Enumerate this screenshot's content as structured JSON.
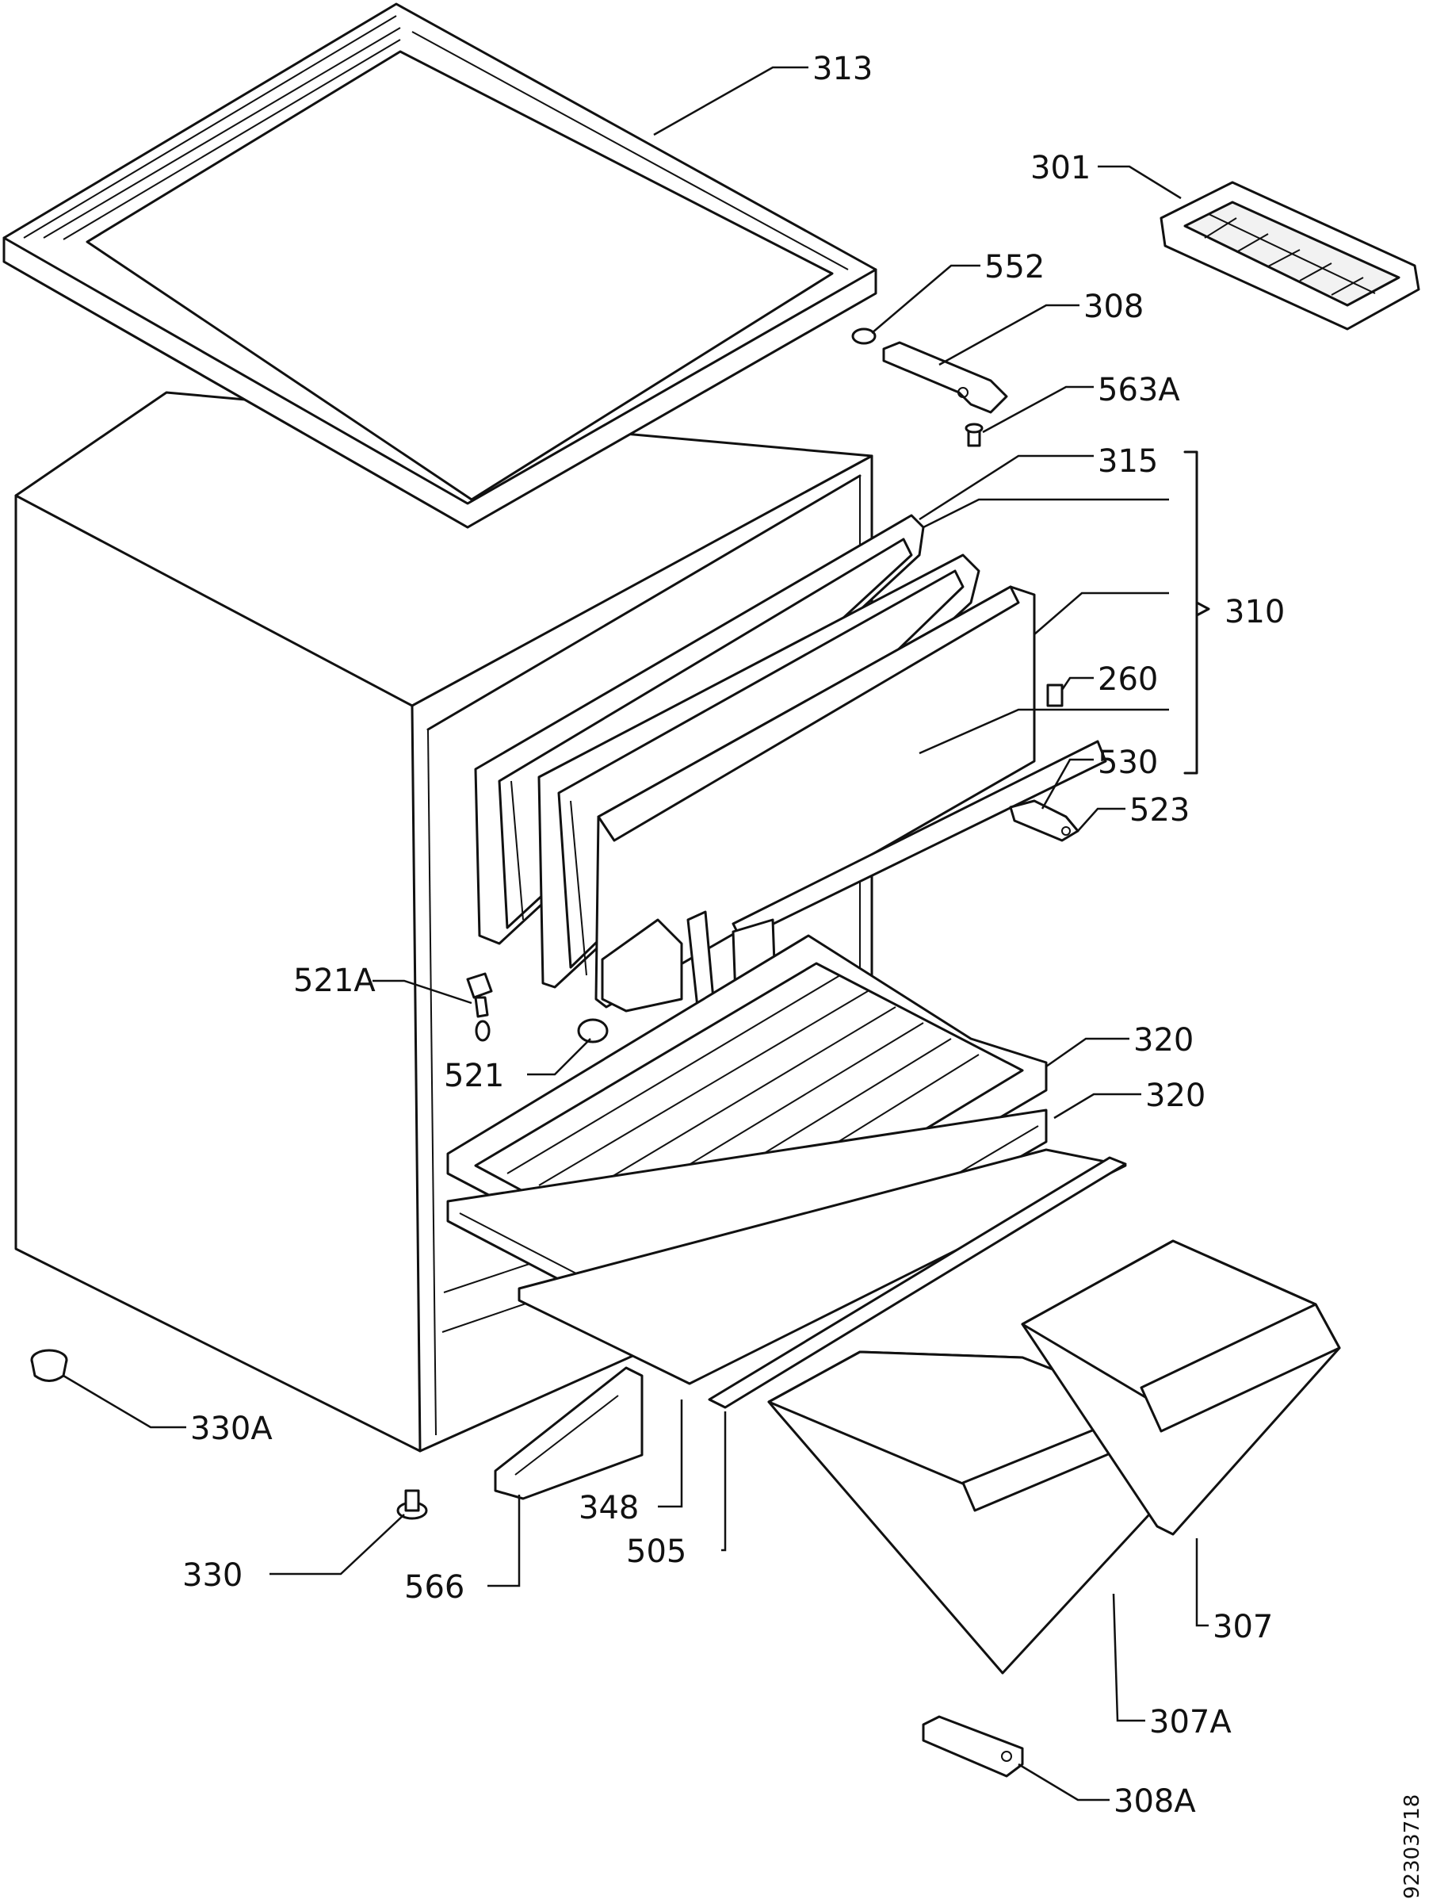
{
  "diagram": {
    "document_number": "92303718",
    "part_labels": [
      {
        "id": "p313",
        "text": "313"
      },
      {
        "id": "p301",
        "text": "301"
      },
      {
        "id": "p552",
        "text": "552"
      },
      {
        "id": "p308",
        "text": "308"
      },
      {
        "id": "p563A",
        "text": "563A"
      },
      {
        "id": "p315",
        "text": "315"
      },
      {
        "id": "p310",
        "text": "310"
      },
      {
        "id": "p260",
        "text": "260"
      },
      {
        "id": "p530",
        "text": "530"
      },
      {
        "id": "p523",
        "text": "523"
      },
      {
        "id": "p521A",
        "text": "521A"
      },
      {
        "id": "p521",
        "text": "521"
      },
      {
        "id": "p320a",
        "text": "320"
      },
      {
        "id": "p320b",
        "text": "320"
      },
      {
        "id": "p330A",
        "text": "330A"
      },
      {
        "id": "p348",
        "text": "348"
      },
      {
        "id": "p505",
        "text": "505"
      },
      {
        "id": "p330",
        "text": "330"
      },
      {
        "id": "p566",
        "text": "566"
      },
      {
        "id": "p307",
        "text": "307"
      },
      {
        "id": "p307A",
        "text": "307A"
      },
      {
        "id": "p308A",
        "text": "308A"
      }
    ]
  }
}
